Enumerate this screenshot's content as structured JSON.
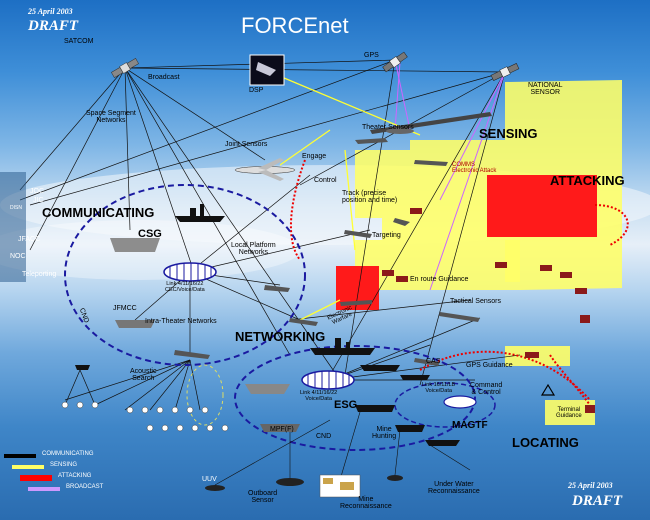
{
  "header": {
    "date": "25 April 2003",
    "draft": "DRAFT",
    "title": "FORCEnet"
  },
  "footer": {
    "date": "25 April 2003",
    "draft": "DRAFT"
  },
  "sections": {
    "communicating": "COMMUNICATING",
    "sensing": "SENSING",
    "attacking": "ATTACKING",
    "networking": "NETWORKING",
    "locating": "LOCATING"
  },
  "space": {
    "satcom": "SATCOM",
    "broadcast": "Broadcast",
    "dsp": "DSP",
    "gps": "GPS",
    "national_sensor": "NATIONAL\nSENSOR",
    "space_segment": "Space Segment\nNetworks"
  },
  "nodes": {
    "joint_sensors": "Joint Sensors",
    "theater_sensors": "Theater Sensors",
    "engage": "Engage",
    "control": "Control",
    "track": "Track (precise\nposition and time)",
    "comms": "COMMS\nElectronic Attack",
    "targeting": "Targeting",
    "local_platform": "Local Platform\nNetworks",
    "en_route": "En route Guidance",
    "tactical_sensors": "Tactical Sensors",
    "electronic_warfare": "Electronic\nWarfare",
    "csg": "CSG",
    "link_csg": "Link 4/11/16/22\nCEC/Voice/Data",
    "jfmcc": "JFMCC",
    "intra_theater": "Intra-Theater Networks",
    "cnd_left": "CND",
    "acoustic_search": "Acoustic\nSearch",
    "esg": "ESG",
    "link_esg": "Link 4/11/16/22\nVoice/Data",
    "link_magtf": "Link 16/11/LB\nVoice/Data",
    "mpf": "MPF(F)",
    "cnd_bottom": "CND",
    "mine_hunting": "Mine\nHunting",
    "magtf": "MAGTF",
    "cas": "CAS",
    "gps_guidance": "GPS Guidance",
    "command_control": "Command\n& Control",
    "terminal_guidance": "Terminal\nGuidance",
    "uuv": "UUV",
    "outboard_sensor": "Outboard\nSensor",
    "mine_recon": "Mine\nReconnaissance",
    "underwater_recon": "Under Water\nReconnaissance"
  },
  "left_panel": {
    "items": [
      "JOC",
      "JIC",
      "DISN",
      "JFACC",
      "NOC",
      "Teleporting"
    ]
  },
  "legend": [
    {
      "label": "COMMUNICATING",
      "color": "#000000"
    },
    {
      "label": "SENSING",
      "color": "#ffff66"
    },
    {
      "label": "ATTACKING",
      "color": "#ff0000"
    },
    {
      "label": "BROADCAST",
      "color": "#cc99ff"
    }
  ],
  "colors": {
    "sensing_fill": "#ffff66",
    "attacking_fill": "#ff1a1a",
    "ring_stroke": "#1a1aa0",
    "broadcast": "#cc99ff"
  }
}
